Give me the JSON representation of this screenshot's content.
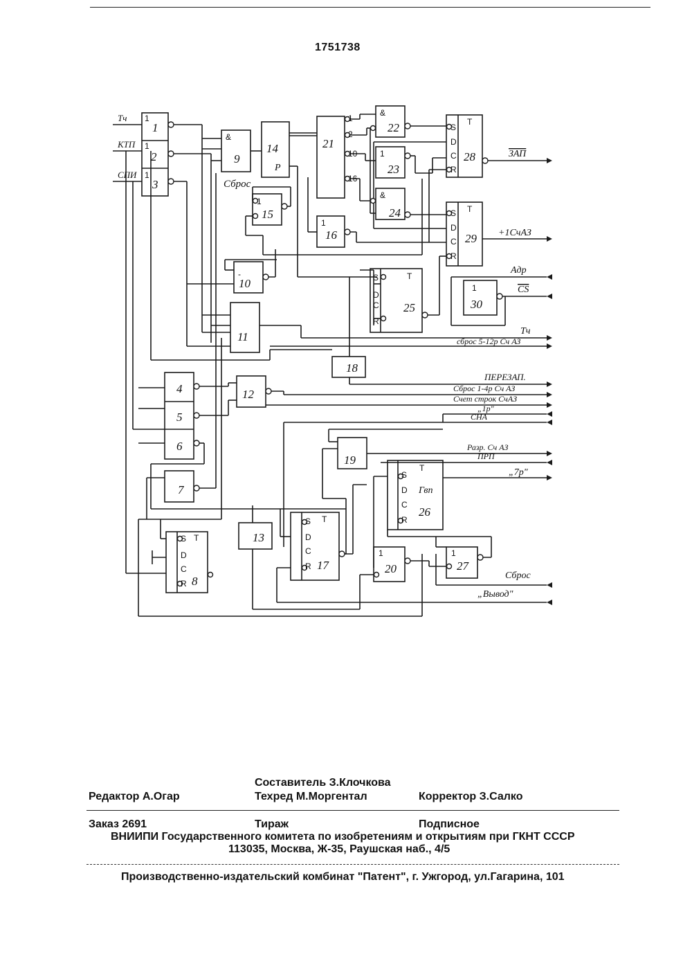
{
  "header": {
    "patent_number": "1751738"
  },
  "diagram": {
    "blocks": [
      "1",
      "2",
      "3",
      "4",
      "5",
      "6",
      "7",
      "8",
      "9",
      "10",
      "11",
      "12",
      "13",
      "14",
      "15",
      "16",
      "17",
      "18",
      "19",
      "20",
      "21",
      "22",
      "23",
      "24",
      "25",
      "26",
      "27",
      "28",
      "29",
      "30"
    ],
    "block_extra": {
      "sbros": "Сброс",
      "p": "P",
      "t_gen": "Гвп"
    },
    "inputs": {
      "tch": "Тч",
      "ktn": "КТП",
      "spi": "СПИ"
    },
    "outputs": {
      "zap": "ЗАП",
      "plus1": "+1СчАЗ",
      "adr": "Адр",
      "cs": "CS",
      "tch_out": "Тч",
      "sbros_5_12": "сброс 5-12р Сч АЗ",
      "perezap": "ПЕРЕЗАП.",
      "sbros_1_4": "Сброс 1-4р Сч АЗ",
      "schet": "Счет строк СчАЗ",
      "one_r": "„1р\"",
      "sna": "СНА",
      "razr": "Разр. Сч АЗ",
      "prp": "ПРП",
      "seven_r": "„7р\"",
      "sbros_out": "Сброс",
      "vyvod": "„Вывод\""
    }
  },
  "footer": {
    "sostavitel": "Составитель  З.Клочкова",
    "redaktor": "Редактор  А.Огар",
    "tehred": "Техред М.Моргентал",
    "korrektor": "Корректор  З.Салко",
    "zakaz": "Заказ  2691",
    "tirazh": "Тираж",
    "podpisnoe": "Подписное",
    "vniipi": "ВНИИПИ Государственного комитета по изобретениям и открытиям при ГКНТ СССР",
    "address": "113035, Москва, Ж-35, Раушская наб., 4/5",
    "kombinat": "Производственно-издательский комбинат \"Патент\", г. Ужгород, ул.Гагарина, 101"
  }
}
